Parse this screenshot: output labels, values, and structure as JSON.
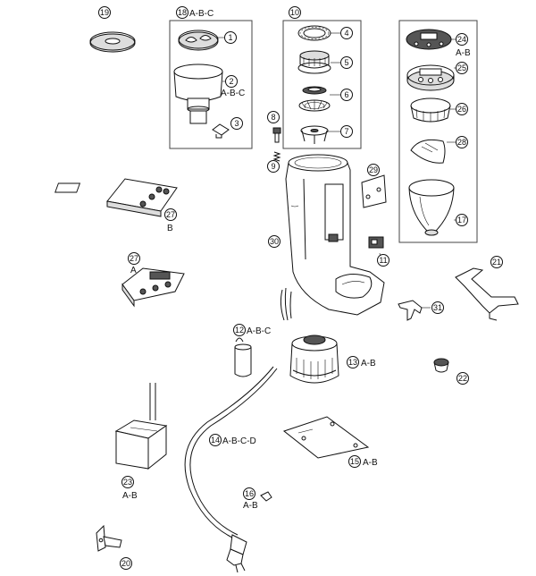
{
  "parts": {
    "p1": {
      "num": "1"
    },
    "p2": {
      "num": "2",
      "variant": "A-B-C"
    },
    "p3": {
      "num": "3"
    },
    "p4": {
      "num": "4"
    },
    "p5": {
      "num": "5"
    },
    "p6": {
      "num": "6"
    },
    "p7": {
      "num": "7"
    },
    "p8": {
      "num": "8"
    },
    "p9": {
      "num": "9"
    },
    "p10": {
      "num": "10"
    },
    "p11": {
      "num": "11"
    },
    "p12": {
      "num": "12",
      "variant": "A-B-C"
    },
    "p13": {
      "num": "13",
      "variant": "A-B"
    },
    "p14": {
      "num": "14",
      "variant": "A-B-C-D"
    },
    "p15": {
      "num": "15",
      "variant": "A-B"
    },
    "p16": {
      "num": "16",
      "variant": "A-B"
    },
    "p17": {
      "num": "17"
    },
    "p18": {
      "num": "18",
      "variant": "A-B-C"
    },
    "p19": {
      "num": "19"
    },
    "p20": {
      "num": "20"
    },
    "p21": {
      "num": "21"
    },
    "p22": {
      "num": "22"
    },
    "p23": {
      "num": "23",
      "variant": "A-B"
    },
    "p24": {
      "num": "24",
      "variant": "A-B"
    },
    "p25": {
      "num": "25"
    },
    "p26": {
      "num": "26"
    },
    "p27a": {
      "num": "27",
      "variant": "A"
    },
    "p27b": {
      "num": "27",
      "variant": "B"
    },
    "p28": {
      "num": "28"
    },
    "p29": {
      "num": "29"
    },
    "p30": {
      "num": "30"
    },
    "p31": {
      "num": "31"
    }
  }
}
